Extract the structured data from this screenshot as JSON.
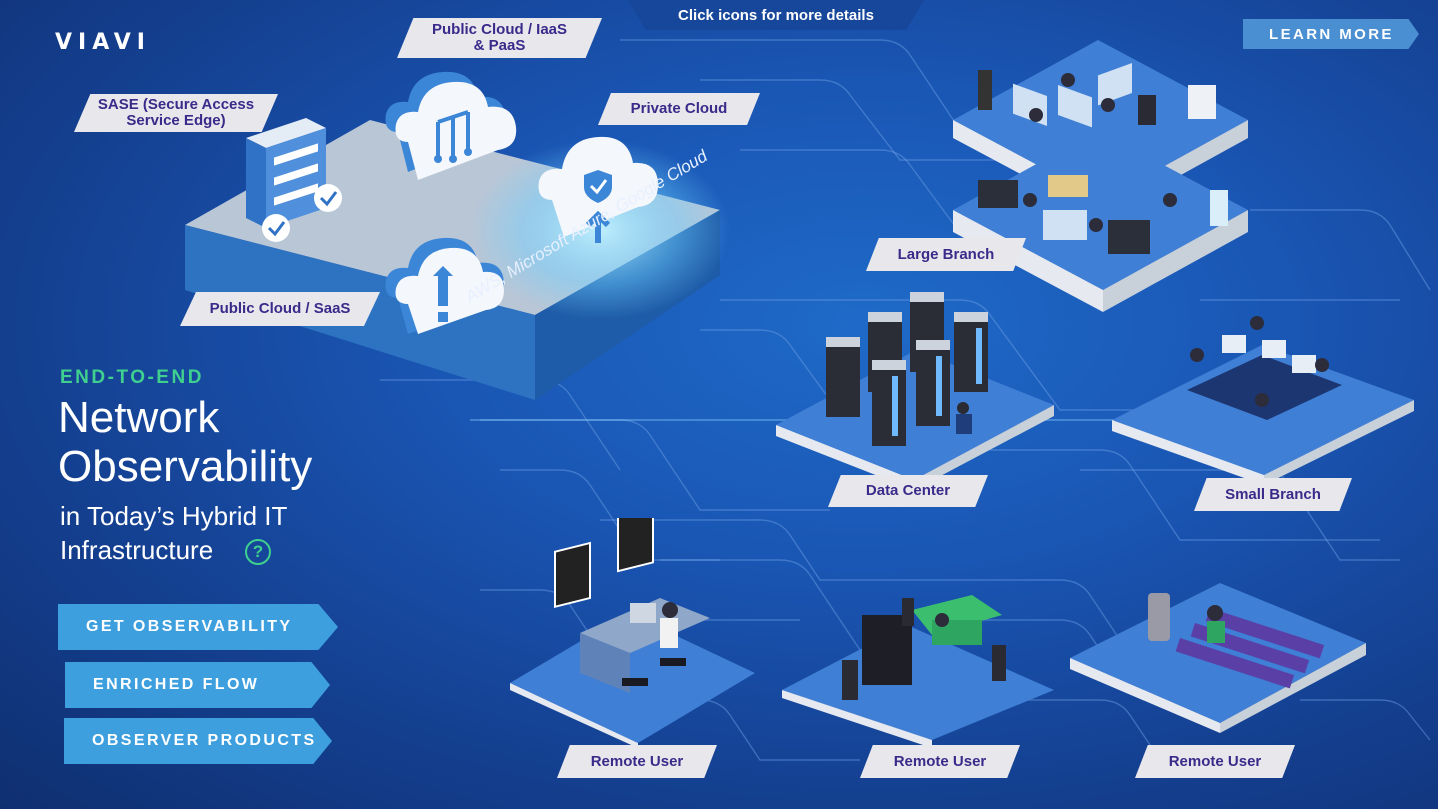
{
  "brand": {
    "logo_text": "VIAVI"
  },
  "banner": {
    "text": "Click icons for more details"
  },
  "header": {
    "learn_more_label": "LEARN MORE"
  },
  "hero": {
    "kicker": "END-TO-END",
    "title_line1": "Network",
    "title_line2": "Observability",
    "subtitle_line1": "in Today’s Hybrid IT",
    "subtitle_line2": "Infrastructure",
    "help_icon": "?"
  },
  "cta": {
    "get_observability": "GET OBSERVABILITY",
    "enriched_flow": "ENRICHED FLOW",
    "observer_products": "OBSERVER PRODUCTS"
  },
  "cloud": {
    "sase_line1": "SASE (Secure Access",
    "sase_line2": "Service Edge)",
    "iaas_line1": "Public Cloud / IaaS",
    "iaas_line2": "& PaaS",
    "private": "Private Cloud",
    "saas": "Public Cloud / SaaS",
    "providers": "AWS, Microsoft Azure, Google Cloud"
  },
  "sites": {
    "large_branch": "Large Branch",
    "data_center": "Data Center",
    "small_branch": "Small Branch",
    "remote_user_1": "Remote User",
    "remote_user_2": "Remote User",
    "remote_user_3": "Remote User"
  },
  "icons": {
    "help": "question-circle-icon",
    "server": "server-stack-icon",
    "cloud_lock": "cloud-shield-icon",
    "cloud_network": "cloud-network-icon",
    "cloud_saas": "cloud-saas-icon"
  },
  "colors": {
    "background": "#1a56b4",
    "accent_green": "#3fcf8e",
    "cta_blue": "#3e9fdf",
    "tag_bg": "#e8e8ec",
    "tag_text": "#3a2a8a"
  }
}
